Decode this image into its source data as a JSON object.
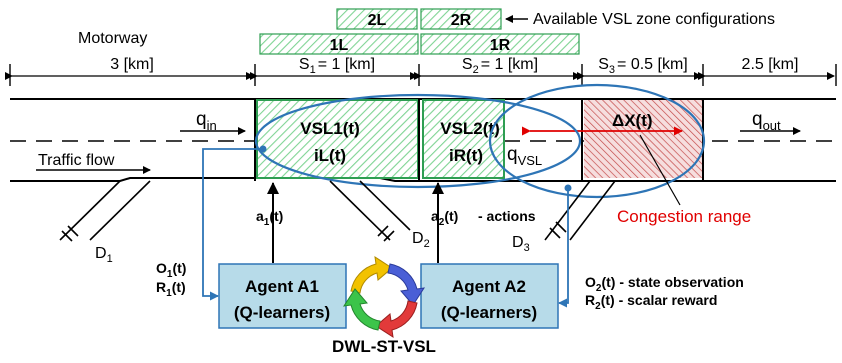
{
  "road_label": "Motorway",
  "vsl_config_caption": "Available VSL zone configurations",
  "zone_config_labels": {
    "z2L": "2L",
    "z2R": "2R",
    "z1L": "1L",
    "z1R": "1R"
  },
  "segments": {
    "upstream": "3 [km]",
    "s1": {
      "main": "S",
      "sub": "1",
      "rest": "= 1 [km]"
    },
    "s2": {
      "main": "S",
      "sub": "2",
      "rest": "= 1 [km]"
    },
    "s3": {
      "main": "S",
      "sub": "3",
      "rest": "= 0.5 [km]"
    },
    "downstream": "2.5 [km]"
  },
  "flows": {
    "q_in": {
      "main": "q",
      "sub": "in"
    },
    "q_out": {
      "main": "q",
      "sub": "out"
    },
    "q_vsl": {
      "main": "q",
      "sub": "VSL"
    },
    "traffic_flow": "Traffic flow"
  },
  "zones": {
    "vsl1": "VSL1(t)",
    "il": "iL(t)",
    "vsl2": "VSL2(t)",
    "ir": "iR(t)",
    "dx": "ΔX(t)",
    "congestion_label": "Congestion range"
  },
  "ramps": {
    "d1": {
      "main": "D",
      "sub": "1"
    },
    "d2": {
      "main": "D",
      "sub": "2"
    },
    "d3": {
      "main": "D",
      "sub": "3"
    }
  },
  "actions": {
    "a1": {
      "main": "a",
      "sub": "1",
      "rest": "(t)"
    },
    "a2": {
      "main": "a",
      "sub": "2",
      "rest": "(t)"
    },
    "a2_note": "- actions"
  },
  "obs": {
    "o1": {
      "main": "O",
      "sub": "1",
      "rest": "(t)"
    },
    "r1": {
      "main": "R",
      "sub": "1",
      "rest": "(t)"
    },
    "o2": {
      "main": "O",
      "sub": "2",
      "rest": "(t) - state observation"
    },
    "r2": {
      "main": "R",
      "sub": "2",
      "rest": "(t) - scalar reward"
    }
  },
  "agents": {
    "a1_title": "Agent A1",
    "a1_sub": "(Q-learners)",
    "a2_title": "Agent A2",
    "a2_sub": "(Q-learners)"
  },
  "system_label": "DWL-ST-VSL",
  "colors": {
    "zone_green": "#2e9e52",
    "hatch_green": "#6dcf8a",
    "ellipse_blue": "#2e75b6",
    "agent_fill": "#b7dbe9",
    "congestion_red": "#e00000",
    "hatch_red": "#c23b3b"
  }
}
